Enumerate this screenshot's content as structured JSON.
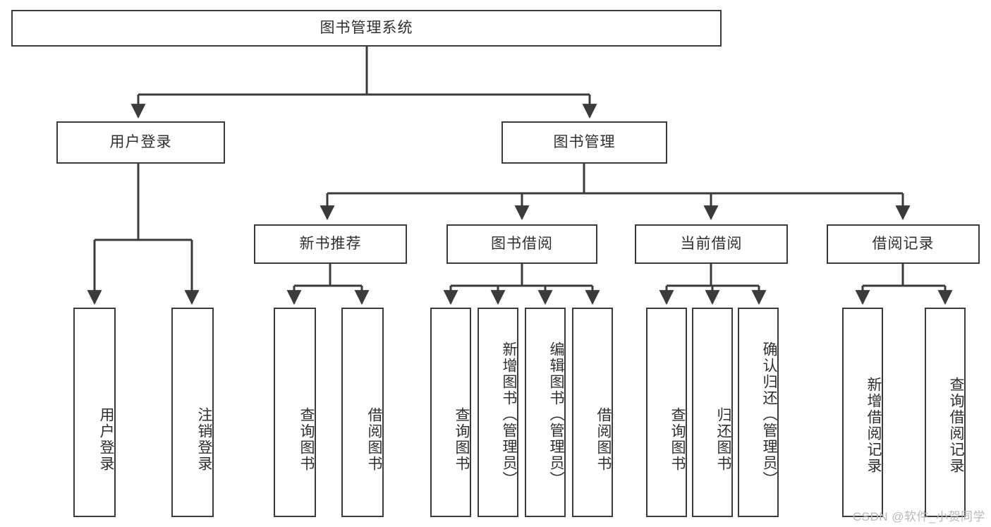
{
  "diagram": {
    "type": "hierarchy-tree",
    "title": "图书管理系统",
    "root": {
      "label": "图书管理系统"
    },
    "level1": [
      {
        "label": "用户登录"
      },
      {
        "label": "图书管理"
      }
    ],
    "level2": [
      {
        "label": "新书推荐",
        "parent": "图书管理"
      },
      {
        "label": "图书借阅",
        "parent": "图书管理"
      },
      {
        "label": "当前借阅",
        "parent": "图书管理"
      },
      {
        "label": "借阅记录",
        "parent": "图书管理"
      }
    ],
    "leaves_user_login": [
      {
        "label": "用户登录"
      },
      {
        "label": "注销登录"
      }
    ],
    "leaves_new_book": [
      {
        "label": "查询图书"
      },
      {
        "label": "借阅图书"
      }
    ],
    "leaves_borrow": [
      {
        "label": "查询图书"
      },
      {
        "label": "新增图书（管理员）"
      },
      {
        "label": "编辑图书（管理员）"
      },
      {
        "label": "借阅图书"
      }
    ],
    "leaves_current": [
      {
        "label": "查询图书"
      },
      {
        "label": "归还图书"
      },
      {
        "label": "确认归还（管理员）"
      }
    ],
    "leaves_records": [
      {
        "label": "新增借阅记录"
      },
      {
        "label": "查询借阅记录"
      }
    ]
  },
  "watermark": {
    "text": "CSDN @软件_小贺同学"
  },
  "colors": {
    "stroke": "#3b3b3b",
    "text": "#2f2f2f",
    "background": "#ffffff",
    "watermark": "#b9b9b9"
  }
}
